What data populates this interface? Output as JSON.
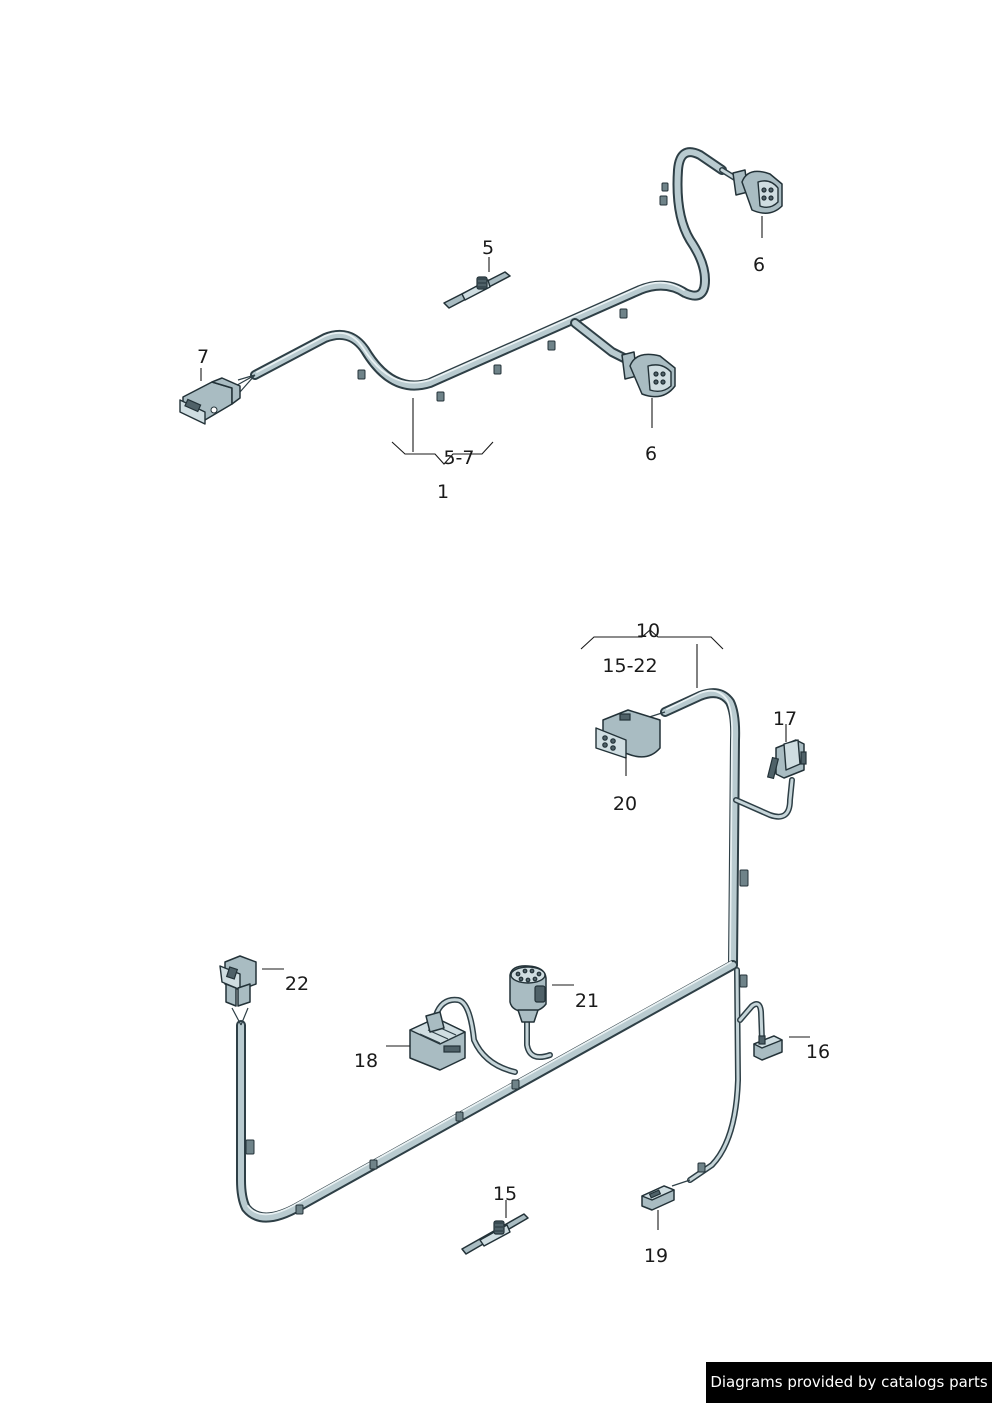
{
  "diagram": {
    "labels": {
      "l1": "1",
      "l5": "5",
      "l5_7": "5-7",
      "l6a": "6",
      "l6b": "6",
      "l7": "7",
      "l10": "10",
      "l15_22": "15-22",
      "l15": "15",
      "l16": "16",
      "l17": "17",
      "l18": "18",
      "l19": "19",
      "l20": "20",
      "l21": "21",
      "l22": "22"
    }
  },
  "footer": {
    "text": "Diagrams provided by catalogs parts"
  },
  "colors": {
    "harness_outline": "#2e3f46",
    "harness_fill": "#b9cbd0",
    "connector_fill": "#a9bcc2",
    "footer_bg": "#000000"
  }
}
